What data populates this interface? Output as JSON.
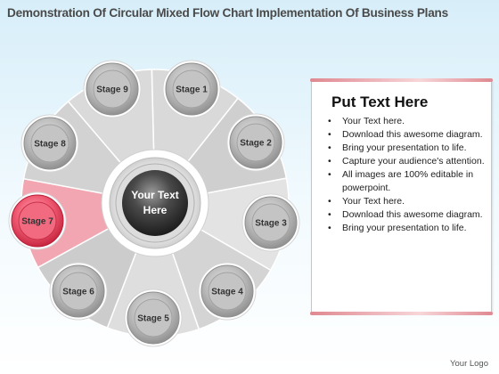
{
  "title": "Demonstration Of Circular Mixed Flow Chart Implementation Of Business Plans",
  "hub": {
    "line1": "Your Text",
    "line2": "Here"
  },
  "stages": [
    {
      "label": "Stage 1",
      "highlighted": false
    },
    {
      "label": "Stage 2",
      "highlighted": false
    },
    {
      "label": "Stage 3",
      "highlighted": false
    },
    {
      "label": "Stage 4",
      "highlighted": false
    },
    {
      "label": "Stage 5",
      "highlighted": false
    },
    {
      "label": "Stage 6",
      "highlighted": false
    },
    {
      "label": "Stage 7",
      "highlighted": true
    },
    {
      "label": "Stage 8",
      "highlighted": false
    },
    {
      "label": "Stage 9",
      "highlighted": false
    }
  ],
  "colors": {
    "highlight": "#e0344c",
    "highlight_wedge": "#f2a6b1",
    "node_gray": "#9a9a9a",
    "hub_dark": "#3a3a3a",
    "panel_border": "#e7b7bb"
  },
  "panel": {
    "title": "Put Text Here",
    "items": [
      "Your Text here.",
      "Download this awesome diagram.",
      "Bring your presentation to life.",
      "Capture your audience's attention.",
      "All images are 100% editable in powerpoint.",
      "Your Text here.",
      "Download this awesome diagram.",
      "Bring your presentation to life."
    ]
  },
  "logo": "Your Logo"
}
